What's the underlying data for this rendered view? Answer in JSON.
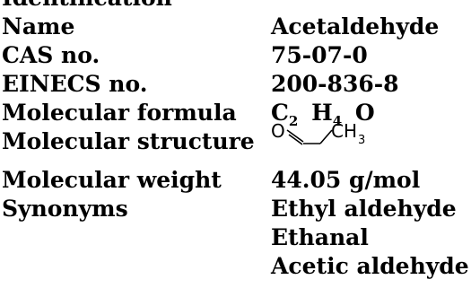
{
  "section": {
    "heading": "Identification"
  },
  "rows": {
    "name": {
      "label": "Name",
      "value": "Acetaldehyde"
    },
    "cas": {
      "label": "CAS no.",
      "value": "75-07-0"
    },
    "einecs": {
      "label": "EINECS no.",
      "value": "200-836-8"
    },
    "formula": {
      "label": "Molecular formula",
      "parts": [
        {
          "elem": "C",
          "count": "2"
        },
        {
          "elem": "H",
          "count": "4"
        },
        {
          "elem": "O",
          "count": ""
        }
      ]
    },
    "structure": {
      "label": "Molecular structure",
      "atom_left": "O",
      "atom_right": "CH",
      "atom_right_sub": "3"
    },
    "weight": {
      "label": "Molecular weight",
      "value": "44.05 g/mol"
    },
    "synonyms": {
      "label": "Synonyms",
      "values": [
        "Ethyl aldehyde",
        "Ethanal",
        "Acetic aldehyde"
      ]
    }
  }
}
